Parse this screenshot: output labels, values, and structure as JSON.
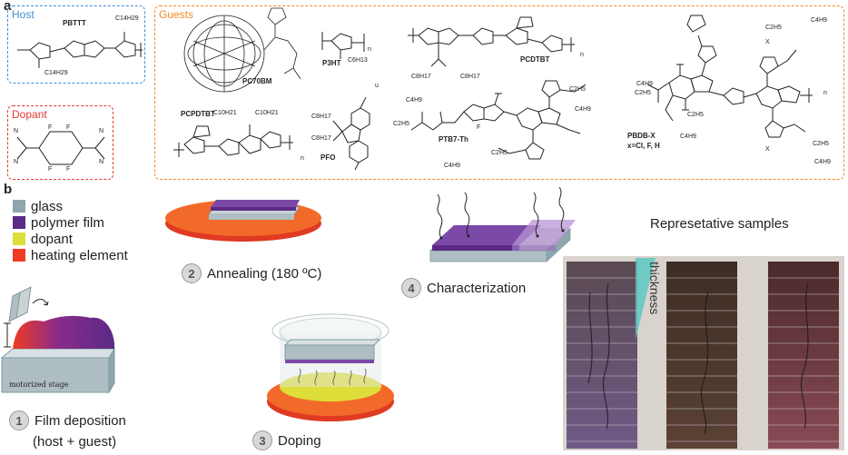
{
  "panel_a": {
    "letter": "a",
    "host": {
      "title": "Host",
      "polymer": "PBTTT",
      "subs": [
        "C14H29",
        "C14H29"
      ]
    },
    "dopant": {
      "title": "Dopant",
      "atoms": [
        "N",
        "F",
        "F",
        "N",
        "N",
        "F",
        "F",
        "N"
      ]
    },
    "guests": {
      "title": "Guests",
      "items": [
        {
          "name": "PC70BM"
        },
        {
          "name": "P3HT",
          "subs": [
            "C6H13",
            "n"
          ]
        },
        {
          "name": "PCDTBT",
          "subs": [
            "C8H17",
            "C8H17",
            "n"
          ]
        },
        {
          "name": "PCPDTBT",
          "subs": [
            "C10H21",
            "C10H21",
            "n"
          ]
        },
        {
          "name": "PFO",
          "subs": [
            "C8H17",
            "C8H17",
            "u"
          ]
        },
        {
          "name": "PTB7-Th",
          "subs": [
            "C4H9",
            "C2H5",
            "C2H5",
            "C4H9",
            "C2H5",
            "C4H9",
            "F"
          ]
        },
        {
          "name": "PBDB-X",
          "extra": "x=Cl, F, H",
          "subs": [
            "C2H5",
            "C4H9",
            "C4H9",
            "C2H5",
            "C4H9",
            "C2H5",
            "C4H9",
            "C2H5",
            "X",
            "X",
            "n"
          ]
        }
      ]
    }
  },
  "panel_b": {
    "letter": "b",
    "legend": [
      {
        "label": "glass",
        "color": "#8ea6ae"
      },
      {
        "label": "polymer film",
        "color": "#5b2a86"
      },
      {
        "label": "dopant",
        "color": "#dede3a"
      },
      {
        "label": "heating element",
        "color": "#ef3b24"
      }
    ],
    "steps": [
      {
        "num": "1",
        "label": "Film deposition",
        "sub": "(host + guest)"
      },
      {
        "num": "2",
        "label": "Annealing (180 ºC)"
      },
      {
        "num": "3",
        "label": "Doping"
      },
      {
        "num": "4",
        "label": "Characterization"
      }
    ],
    "stage_label": "motorized stage",
    "photos_title": "Represetative samples",
    "thickness_label": "thickness"
  }
}
